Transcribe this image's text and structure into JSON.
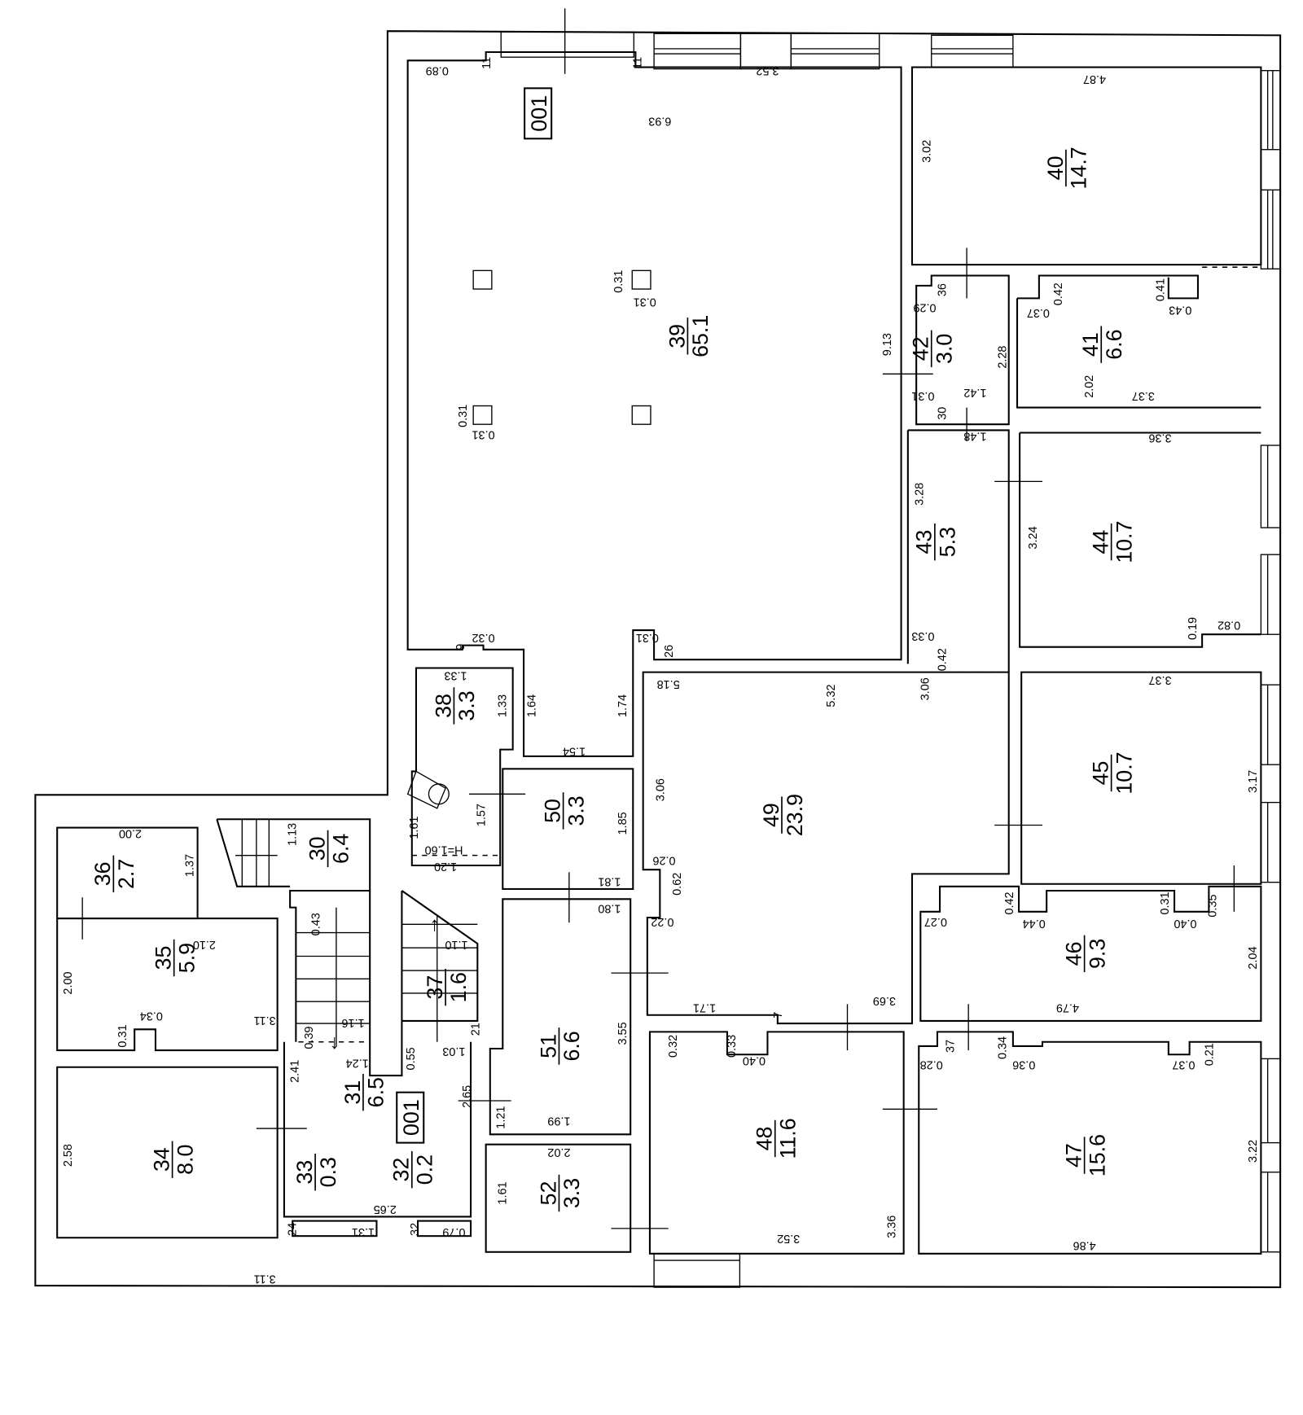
{
  "plan": {
    "tags": [
      "001",
      "001"
    ],
    "rooms": [
      {
        "number": "39",
        "area": "65.1"
      },
      {
        "number": "40",
        "area": "14.7"
      },
      {
        "number": "41",
        "area": "6.6"
      },
      {
        "number": "42",
        "area": "3.0"
      },
      {
        "number": "43",
        "area": "5.3"
      },
      {
        "number": "44",
        "area": "10.7"
      },
      {
        "number": "45",
        "area": "10.7"
      },
      {
        "number": "46",
        "area": "9.3"
      },
      {
        "number": "47",
        "area": "15.6"
      },
      {
        "number": "48",
        "area": "11.6"
      },
      {
        "number": "49",
        "area": "23.9"
      },
      {
        "number": "50",
        "area": "3.3"
      },
      {
        "number": "51",
        "area": "6.6"
      },
      {
        "number": "52",
        "area": "3.3"
      },
      {
        "number": "38",
        "area": "3.3"
      },
      {
        "number": "30",
        "area": "6.4"
      },
      {
        "number": "31",
        "area": "6.5"
      },
      {
        "number": "32",
        "area": "0.2"
      },
      {
        "number": "33",
        "area": "0.3"
      },
      {
        "number": "34",
        "area": "8.0"
      },
      {
        "number": "35",
        "area": "5.9"
      },
      {
        "number": "36",
        "area": "2.7"
      },
      {
        "number": "37",
        "area": "1.6"
      }
    ],
    "dimensions": [
      "0.89",
      "11",
      "11",
      "3.52",
      "6.93",
      "0.31",
      "0.31",
      "0.31",
      "0.31",
      "9.13",
      "0.32",
      "9",
      "0.31",
      "26",
      "4.87",
      "3.02",
      "36",
      "0.29",
      "2.28",
      "0.31",
      "1.42",
      "30",
      "1.48",
      "0.42",
      "0.37",
      "0.41",
      "0.43",
      "2.02",
      "3.37",
      "3.36",
      "3.24",
      "0.19",
      "0.82",
      "3.28",
      "0.33",
      "0.42",
      "3.06",
      "5.18",
      "5.32",
      "3.06",
      "0.26",
      "0.62",
      "0.22",
      "1.71",
      "7",
      "3.69",
      "3.37",
      "3.17",
      "0.42",
      "0.27",
      "0.44",
      "0.31",
      "0.40",
      "0.35",
      "2.04",
      "4.79",
      "37",
      "0.28",
      "0.34",
      "0.36",
      "0.37",
      "0.21",
      "3.22",
      "4.86",
      "0.32",
      "0.33",
      "0.40",
      "3.36",
      "3.52",
      "1.33",
      "1.33",
      "1.64",
      "1.74",
      "1.54",
      "1.61",
      "1.57",
      "H=1.60",
      "1.20",
      "1.85",
      "1.81",
      "1.80",
      "3.55",
      "1.99",
      "2.65",
      "1.21",
      "2.02",
      "1.61",
      "1.13",
      "2.00",
      "1.37",
      "2.10",
      "2.00",
      "3.11",
      "0.31",
      "0.34",
      "2.58",
      "3.11",
      "0.43",
      "1.16",
      "0.39",
      "1.10",
      "1.03",
      "21",
      "0.55",
      "2.41",
      "1.24",
      "2.65",
      "1.31",
      "0.79",
      "24",
      "32"
    ]
  }
}
